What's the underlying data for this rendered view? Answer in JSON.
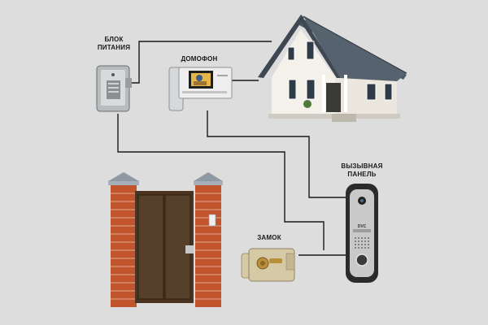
{
  "labels": {
    "power_unit": [
      "БЛОК",
      "ПИТАНИЯ"
    ],
    "intercom": "ДОМОФОН",
    "call_panel": [
      "ВЫЗЫВНАЯ",
      "ПАНЕЛЬ"
    ],
    "lock": "ЗАМОК"
  },
  "panel_brand": "DVC",
  "colors": {
    "background": "#dddddd",
    "wire": "#1a1a1a",
    "brick": "#c0542d",
    "gate": "#4a3320",
    "roof": "#4d5a66",
    "wall": "#f4f1ea",
    "panel_body": "#2b2b2b",
    "panel_face": "#c9c9c9",
    "lock_body": "#d6c9a6"
  }
}
